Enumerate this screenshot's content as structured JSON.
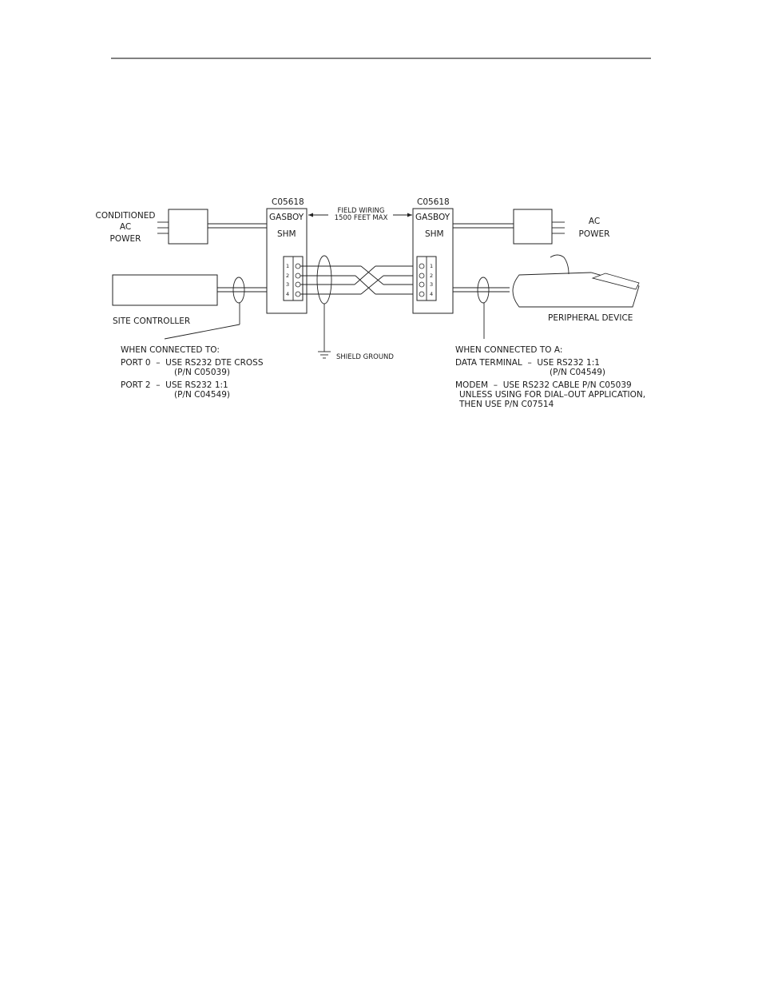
{
  "diagram": {
    "left_shm": {
      "part_no": "C05618",
      "brand": "GASBOY",
      "model": "SHM"
    },
    "right_shm": {
      "part_no": "C05618",
      "brand": "GASBOY",
      "model": "SHM"
    },
    "terminal_numbers": [
      "1",
      "2",
      "3",
      "4"
    ],
    "field_wiring": {
      "line1": "FIELD WIRING",
      "line2": "1500 FEET MAX"
    },
    "left_power": [
      "CONDITIONED",
      "AC",
      "POWER"
    ],
    "right_power": [
      "AC",
      "POWER"
    ],
    "site_controller_label": "SITE CONTROLLER",
    "peripheral_label": "PERIPHERAL DEVICE",
    "shield_ground_label": "SHIELD GROUND",
    "left_notes": [
      "WHEN CONNECTED TO:",
      "PORT 0  –  USE RS232 DTE CROSS",
      "(P/N C05039)",
      "PORT 2  –  USE RS232 1:1",
      "(P/N C04549)"
    ],
    "right_notes": [
      "WHEN CONNECTED TO A:",
      "DATA TERMINAL  –  USE RS232 1:1",
      "(P/N C04549)",
      "MODEM  –  USE RS232 CABLE P/N C05039",
      "UNLESS USING FOR DIAL–OUT APPLICATION,",
      "THEN USE P/N C07514"
    ]
  }
}
